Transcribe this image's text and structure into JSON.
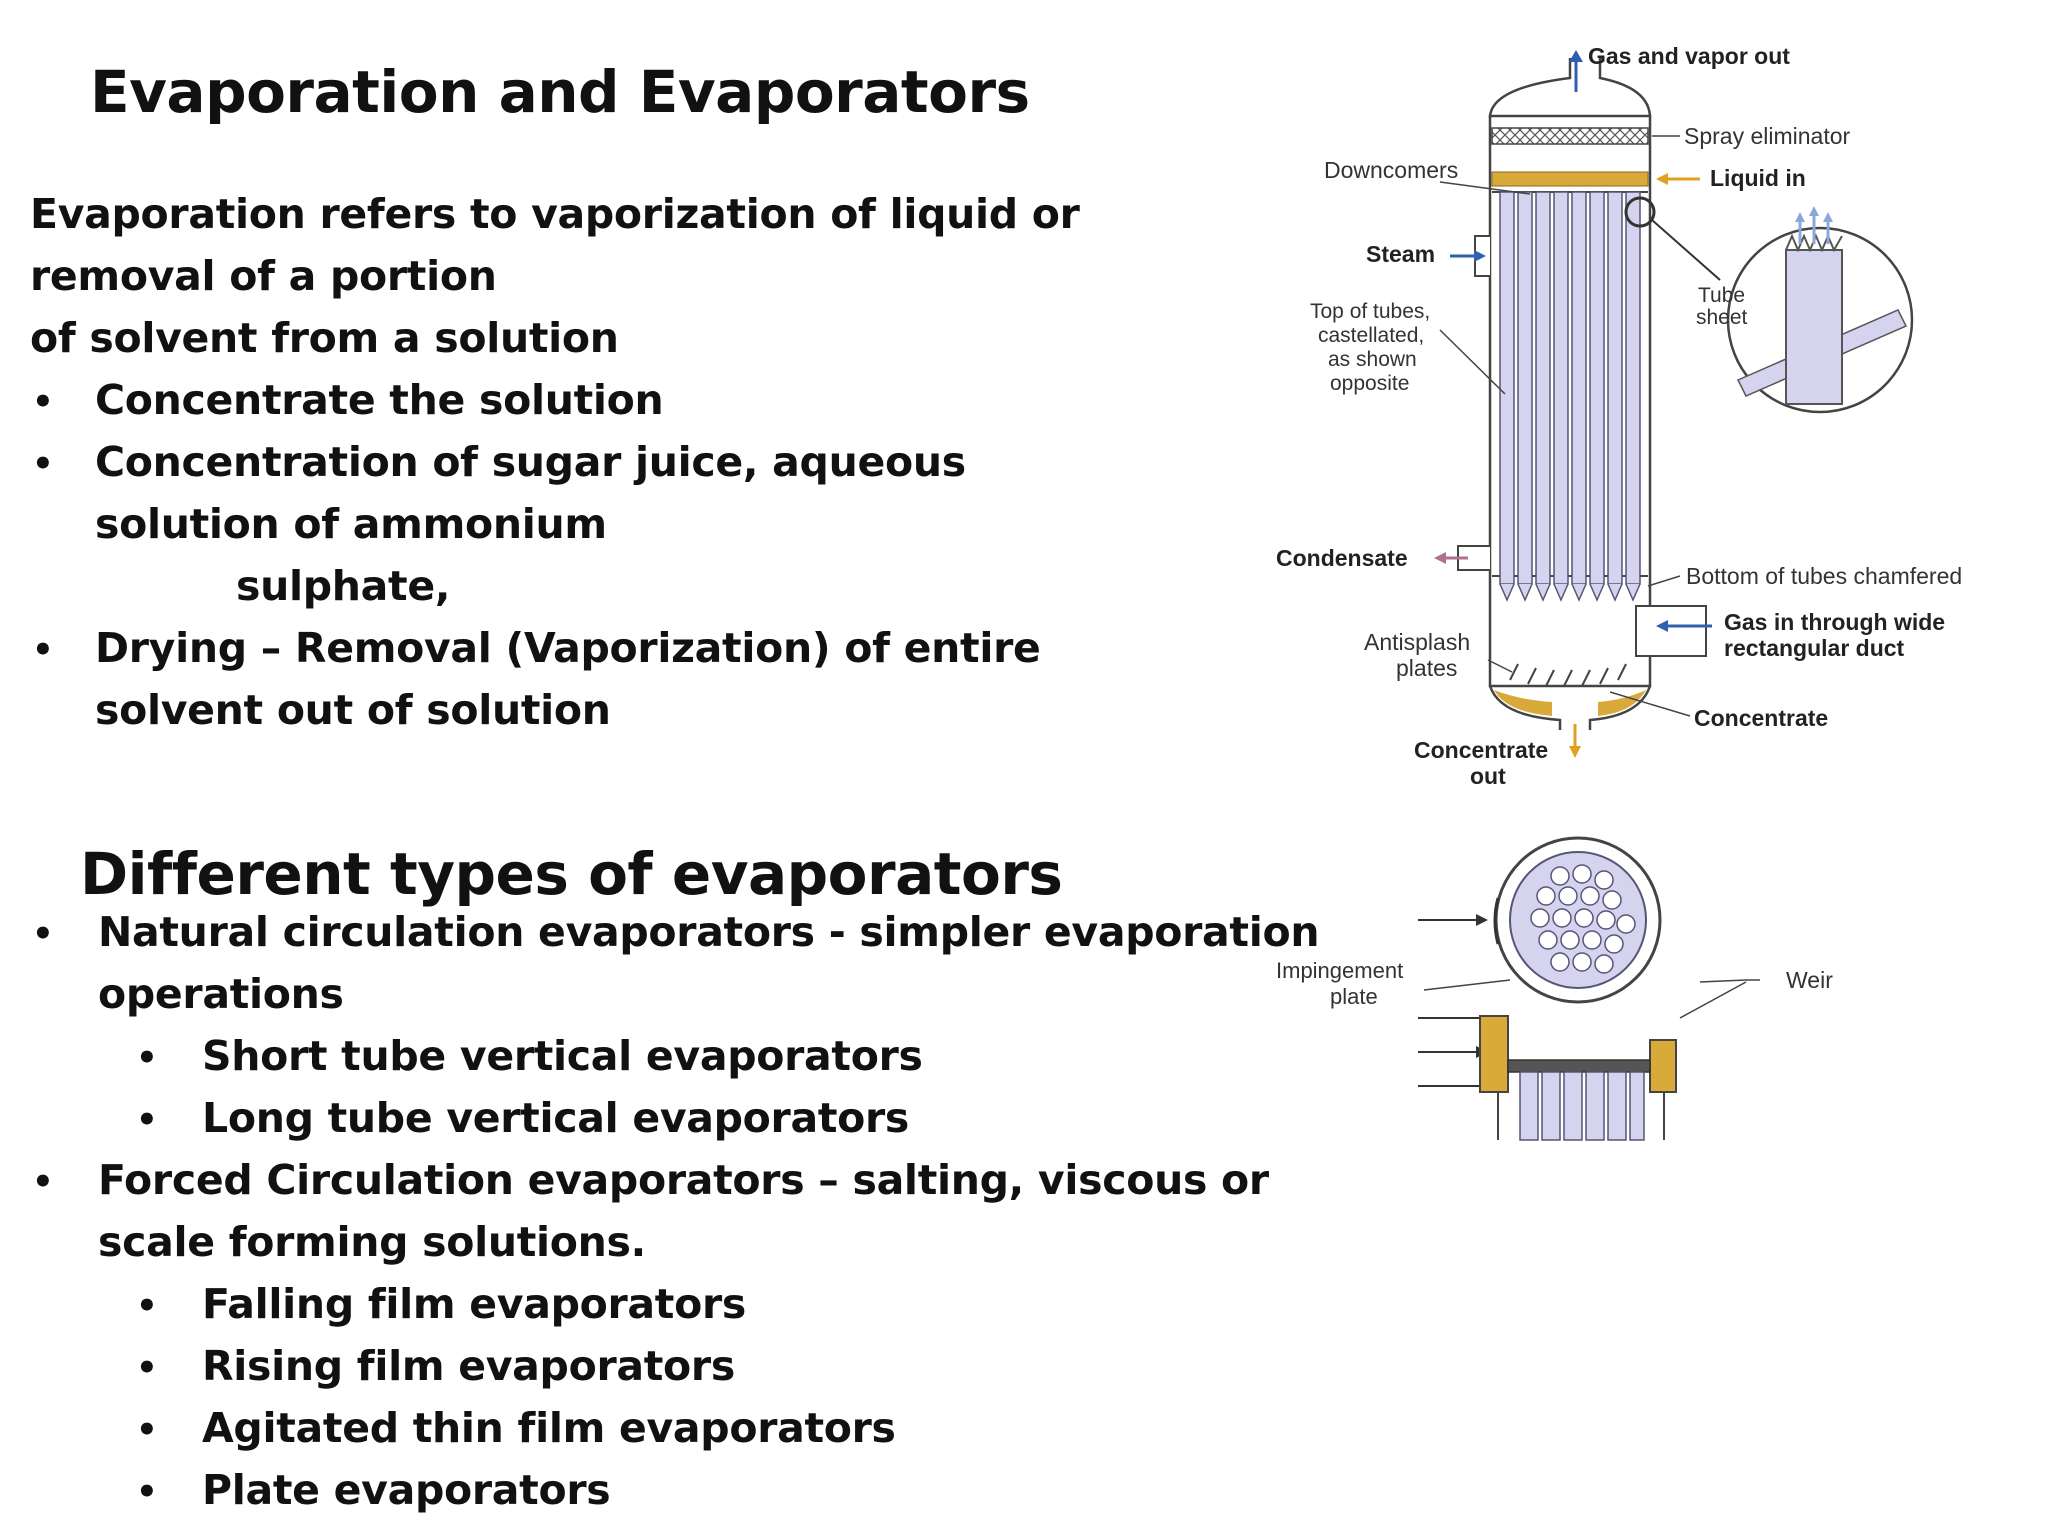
{
  "slide": {
    "title": "Evaporation and Evaporators",
    "intro": {
      "lines": [
        "Evaporation refers to vaporization of liquid or",
        "removal of a portion",
        "of solvent from a solution"
      ]
    },
    "bullets_1": [
      {
        "lines": [
          "Concentrate the solution"
        ]
      },
      {
        "lines": [
          "Concentration of sugar juice, aqueous",
          "solution of ammonium",
          "sulphate,"
        ]
      },
      {
        "lines": [
          "Drying – Removal (Vaporization) of entire",
          "solvent out of solution"
        ]
      }
    ],
    "types_title": "Different types of evaporators",
    "types": [
      {
        "lines": [
          "Natural circulation evaporators  - simpler evaporation",
          "operations"
        ],
        "sub": [
          "Short tube vertical evaporators",
          "Long tube vertical evaporators"
        ]
      },
      {
        "lines": [
          "Forced Circulation evaporators – salting, viscous or",
          "scale forming solutions."
        ],
        "sub": [
          "Falling film evaporators",
          "Rising film evaporators",
          "Agitated thin film evaporators",
          "Plate evaporators"
        ]
      }
    ],
    "bullet_char": "•"
  },
  "diagram": {
    "labels": {
      "gas_vapor_out": "Gas and vapor out",
      "spray_eliminator": "Spray eliminator",
      "downcomers": "Downcomers",
      "liquid_in": "Liquid in",
      "steam": "Steam",
      "tube_sheet_1": "Tube",
      "tube_sheet_2": "sheet",
      "top_tubes_1": "Top of tubes,",
      "top_tubes_2": "castellated,",
      "top_tubes_3": "as shown",
      "top_tubes_4": "opposite",
      "condensate": "Condensate",
      "bottom_tubes": "Bottom of tubes chamfered",
      "gas_in_1": "Gas in through wide",
      "gas_in_2": "rectangular duct",
      "antisplash_1": "Antisplash",
      "antisplash_2": "plates",
      "concentrate": "Concentrate",
      "concentrate_out_1": "Concentrate",
      "concentrate_out_2": "out",
      "impingement_1": "Impingement",
      "impingement_2": "plate",
      "weir": "Weir"
    },
    "colors": {
      "tube_fill": "#d6d3ee",
      "tube_stroke": "#555577",
      "liquid": "#d9a93a",
      "arrow_blue": "#2f5fae",
      "arrow_gold": "#e0a020",
      "arrow_pink": "#b07090"
    }
  }
}
